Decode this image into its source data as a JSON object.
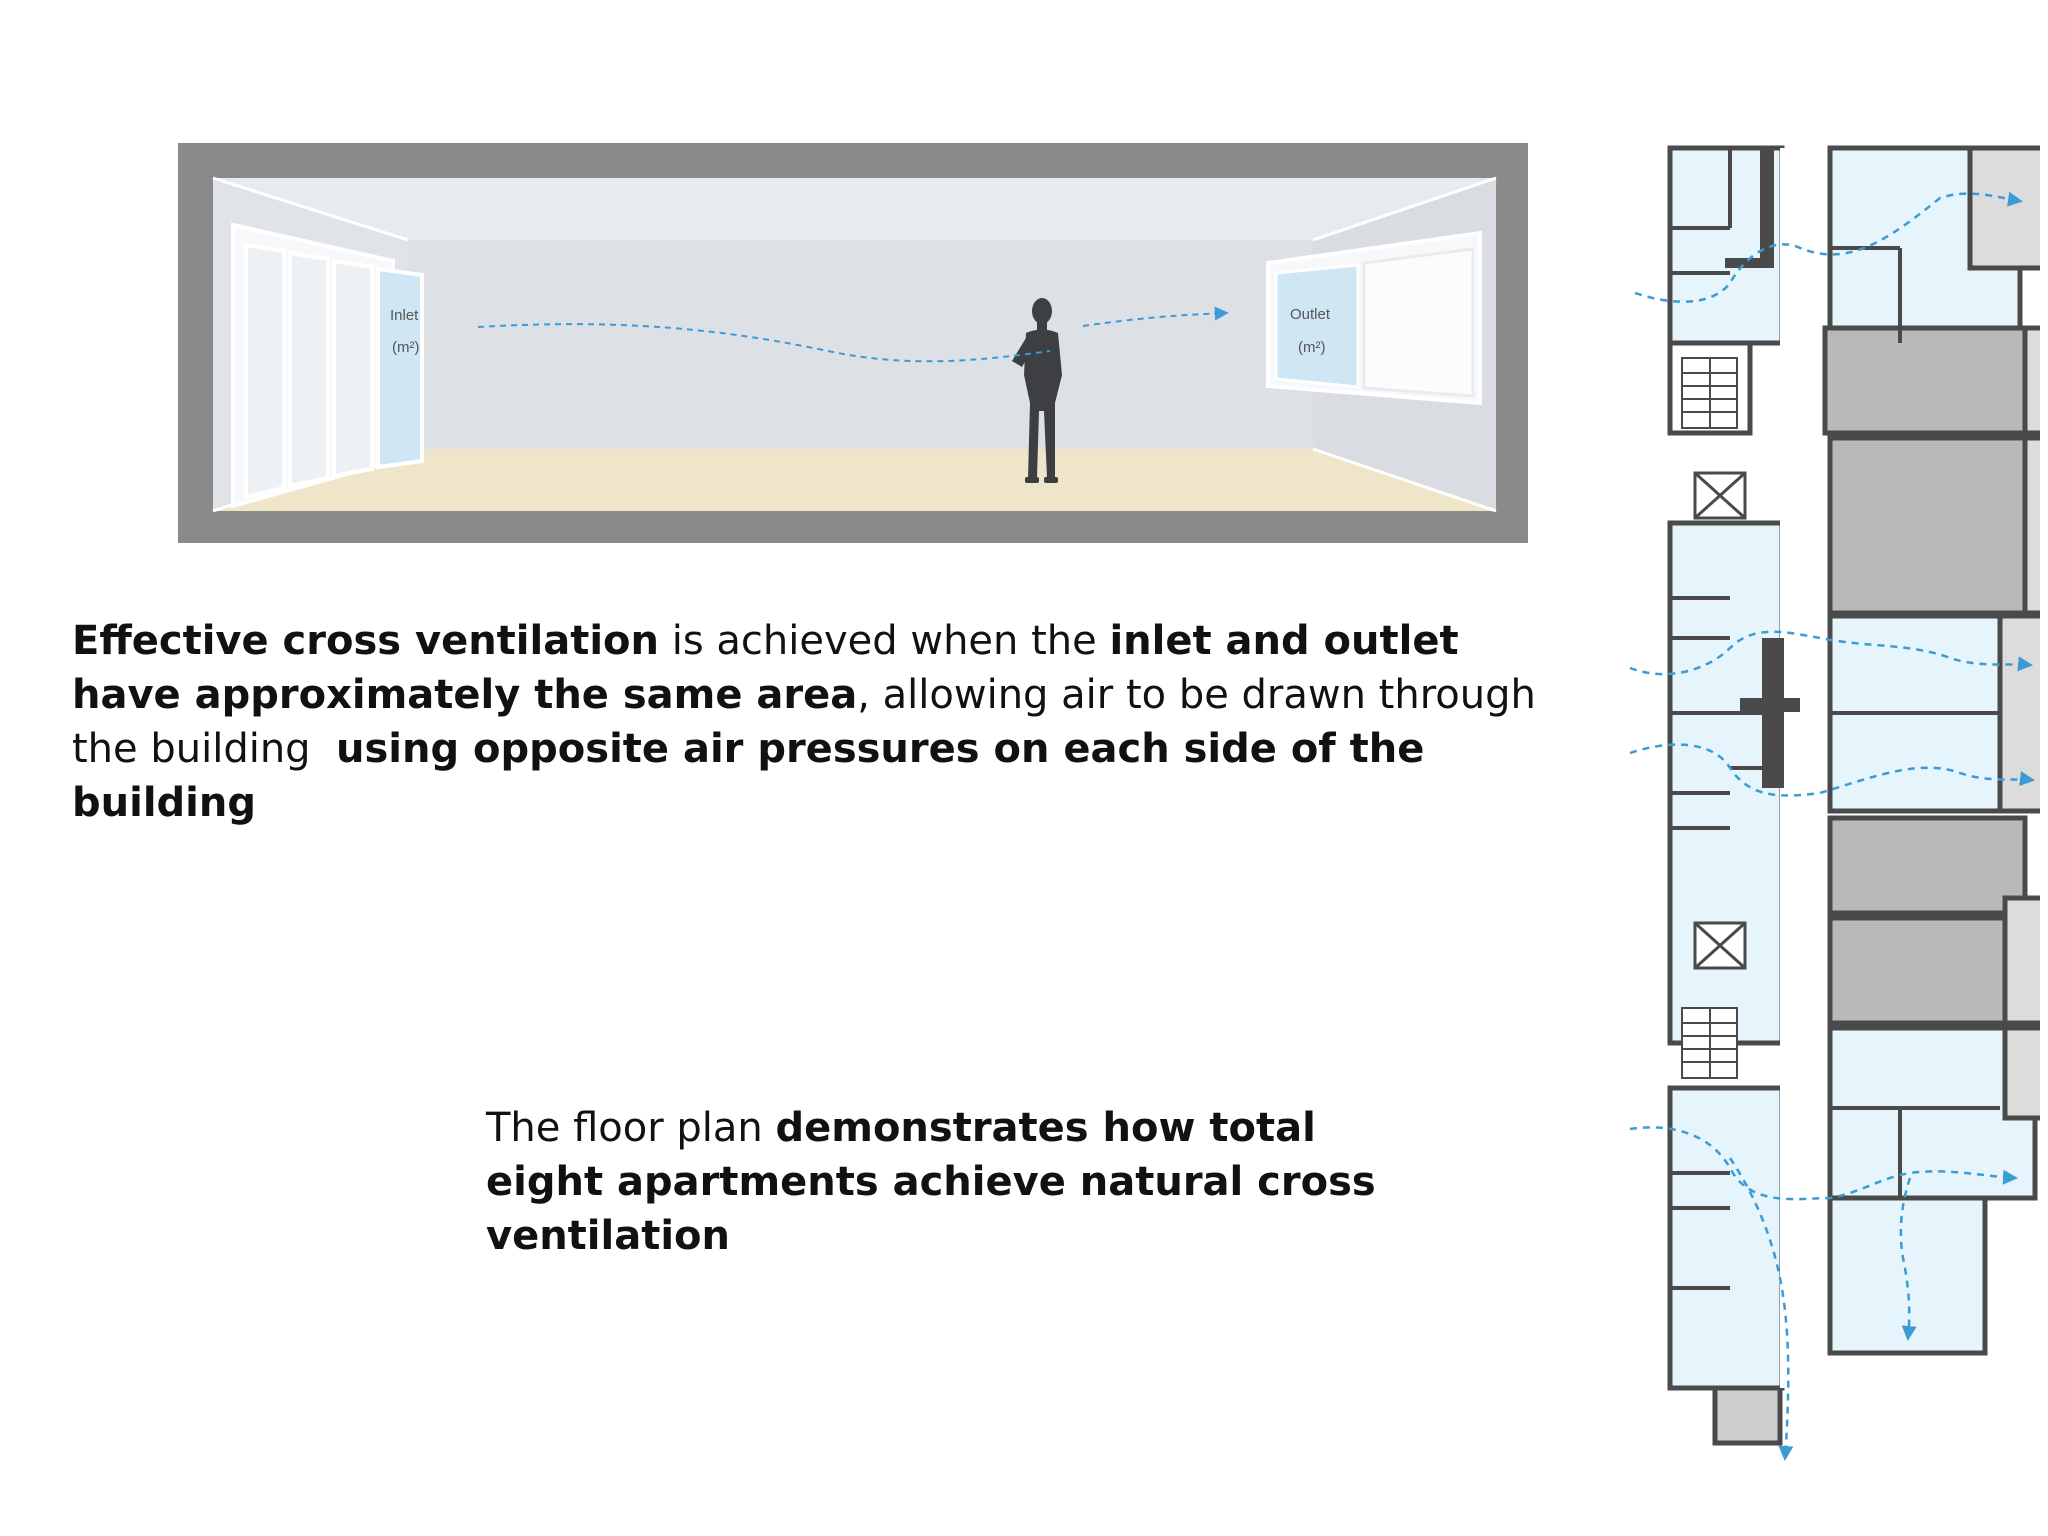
{
  "room_diagram": {
    "inlet_label": "Inlet",
    "inlet_unit": "(m²)",
    "outlet_label": "Outlet",
    "outlet_unit": "(m²)"
  },
  "caption_main": {
    "part1_bold": "Effective cross ventilation",
    "part2": " is achieved when the ",
    "part3_bold": "inlet and outlet have approximately the same area",
    "part4": ", allowing air to be drawn through the building  ",
    "part5_bold": "using opposite air pressures on each side of the building"
  },
  "caption_plan": {
    "part1": "The floor plan ",
    "part2_bold": "demonstrates how total eight apartments achieve natural cross ventilation"
  },
  "colors": {
    "airflow": "#3a9bd5",
    "apartment_fill": "#e6f4fb",
    "wall": "#4a4a4a",
    "core_fill": "#b9b9b9",
    "floor": "#efe5c9",
    "room_wall": "#dde1e6"
  }
}
